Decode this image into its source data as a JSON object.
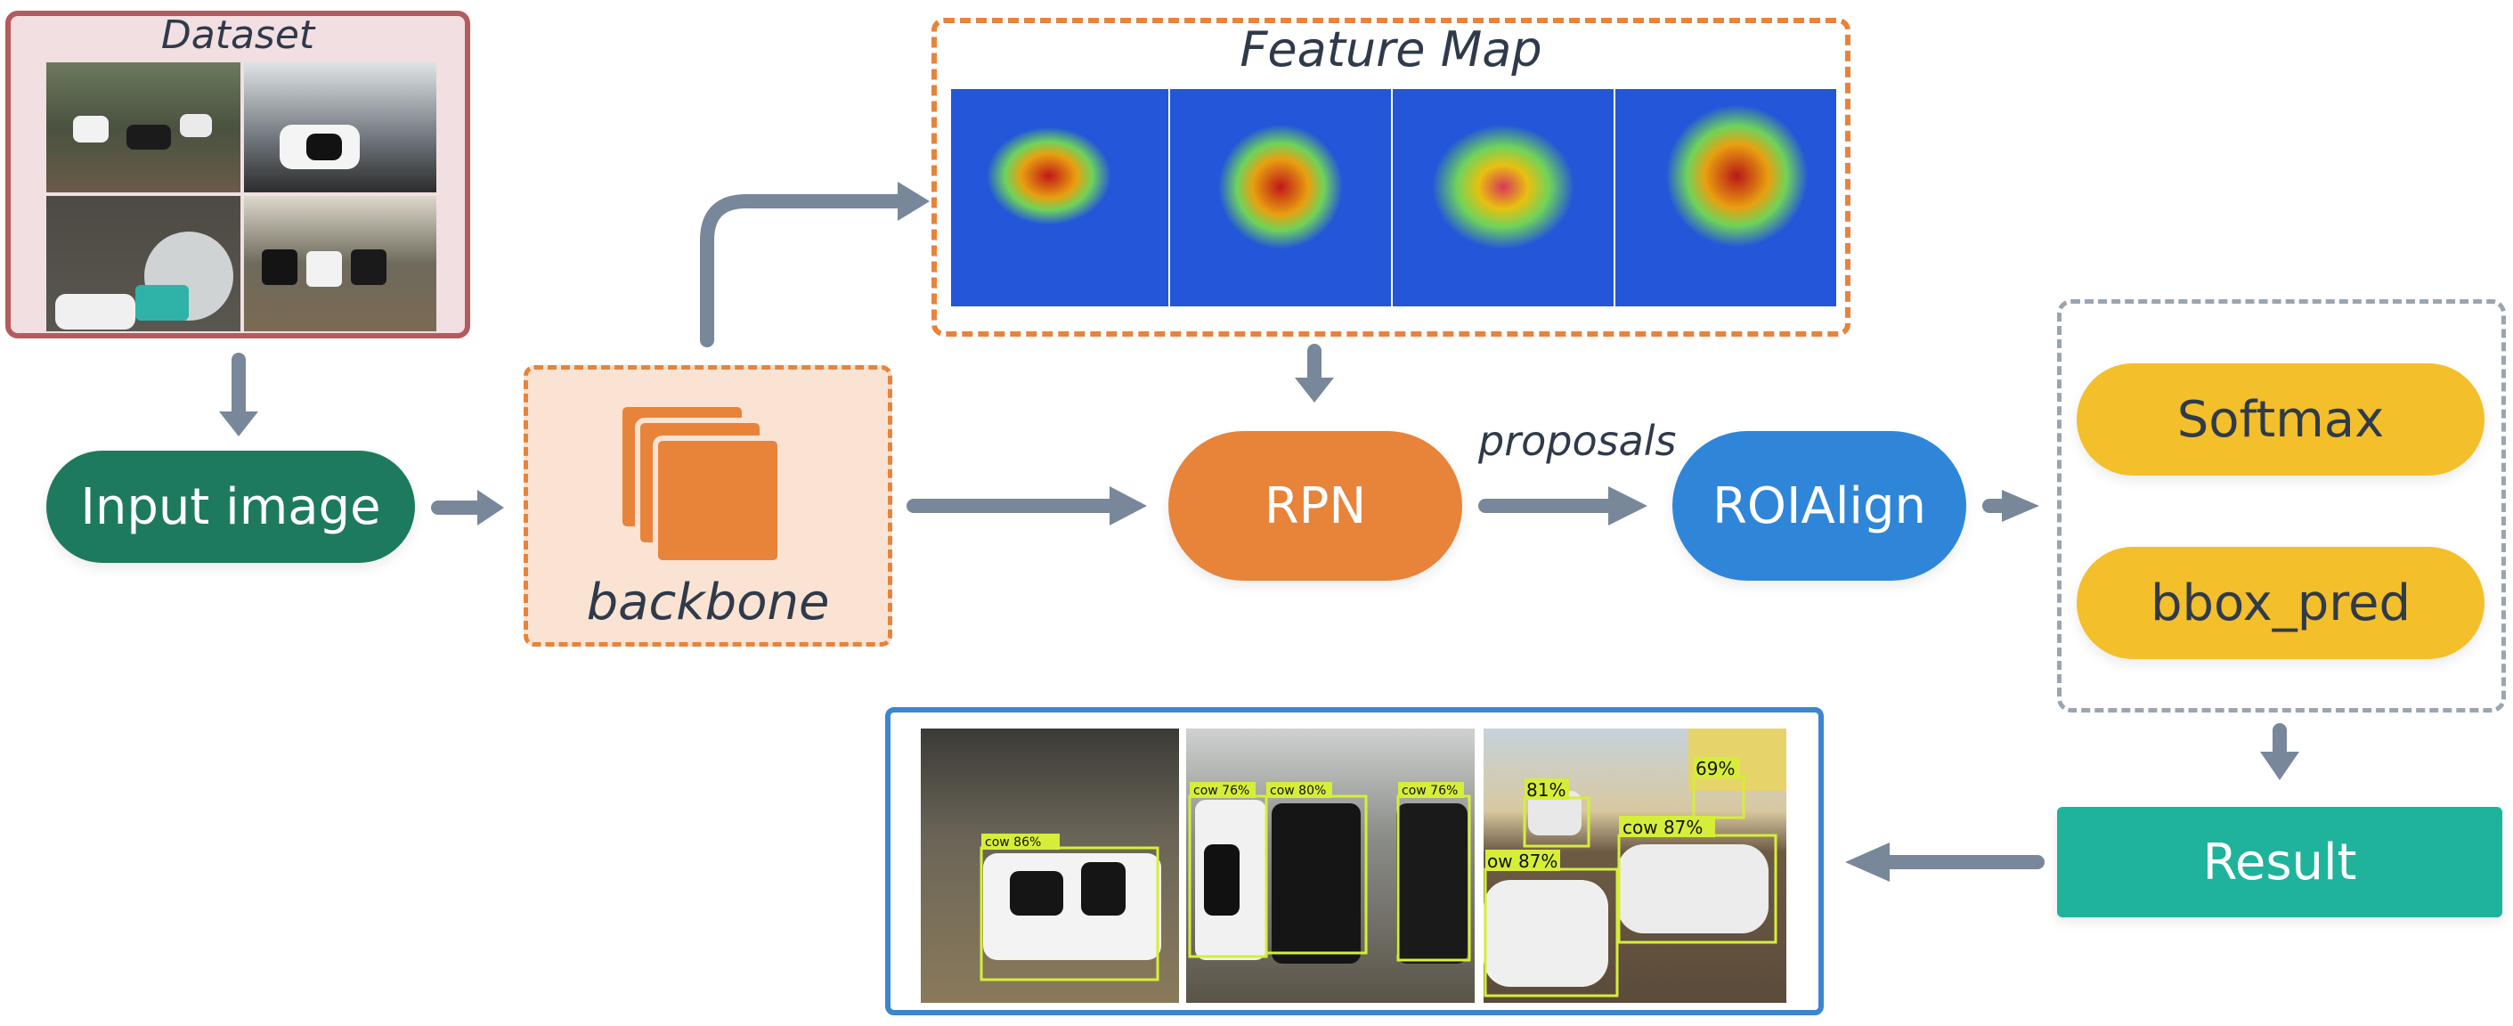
{
  "dataset": {
    "label": "Dataset"
  },
  "feature_map": {
    "label": "Feature Map"
  },
  "nodes": {
    "input_image": "Input image",
    "backbone": "backbone",
    "rpn": "RPN",
    "proposals": "proposals",
    "roialign": "ROIAlign",
    "softmax": "Softmax",
    "bbox_pred": "bbox_pred",
    "result": "Result"
  },
  "detections": [
    {
      "label": "cow 86%"
    },
    {
      "label": "cow 76%"
    },
    {
      "label": "cow 80%"
    },
    {
      "label": "cow 76%"
    },
    {
      "label": "81%"
    },
    {
      "label": "69%"
    },
    {
      "label": "cow 87%"
    },
    {
      "label": "ow 87%"
    }
  ],
  "colors": {
    "input_pill": "#1e7a5e",
    "orange": "#e8833a",
    "blue": "#2f86d9",
    "yellow": "#f3bf2a",
    "teal": "#1fb39c",
    "arrow": "#78879a",
    "dataset_border": "#b55a5f",
    "dataset_fill": "#f1dfe1",
    "backbone_fill": "#fbe3d4",
    "result_border": "#3b86cf",
    "detect_box": "#d6ee3a"
  }
}
